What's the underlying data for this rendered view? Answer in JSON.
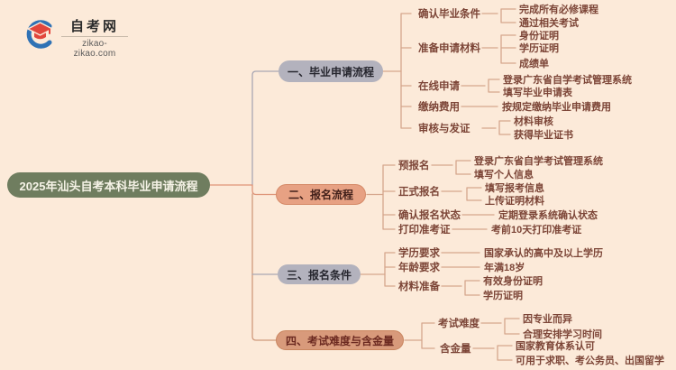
{
  "logo": {
    "site_name": "自考网",
    "site_url": "zikao-zikao.com",
    "icon": "graduation-cap-icon"
  },
  "colors": {
    "background": "#fcead9",
    "root_fill": "#6f7d5f",
    "root_text": "#f6f3e7",
    "branch_gray_fill": "#b3b2bd",
    "branch_salmon_fill": "#e7a183",
    "branch_tan_fill": "#d89a7b",
    "sub_leaf_text": "#7c4537",
    "line_gray": "#a8a6b3",
    "line_salmon": "#de9579",
    "line_tan": "#cf9a7c",
    "line_fine": "#d5a68d",
    "logo_blue": "#2f72b5",
    "logo_red": "#e2453c"
  },
  "mindmap": {
    "root": "2025年汕头自考本科毕业申请流程",
    "branches": [
      {
        "label": "一、毕业申请流程",
        "children": [
          {
            "label": "确认毕业条件",
            "leaves": [
              "完成所有必修课程",
              "通过相关考试"
            ]
          },
          {
            "label": "准备申请材料",
            "leaves": [
              "身份证明",
              "学历证明",
              "成绩单"
            ]
          },
          {
            "label": "在线申请",
            "leaves": [
              "登录广东省自学考试管理系统",
              "填写毕业申请表"
            ]
          },
          {
            "label": "缴纳费用",
            "leaves": [
              "按规定缴纳毕业申请费用"
            ]
          },
          {
            "label": "审核与发证",
            "leaves": [
              "材料审核",
              "获得毕业证书"
            ]
          }
        ]
      },
      {
        "label": "二、报名流程",
        "children": [
          {
            "label": "预报名",
            "leaves": [
              "登录广东省自学考试管理系统",
              "填写个人信息"
            ]
          },
          {
            "label": "正式报名",
            "leaves": [
              "填写报考信息",
              "上传证明材料"
            ]
          },
          {
            "label": "确认报名状态",
            "leaves": [
              "定期登录系统确认状态"
            ]
          },
          {
            "label": "打印准考证",
            "leaves": [
              "考前10天打印准考证"
            ]
          }
        ]
      },
      {
        "label": "三、报名条件",
        "children": [
          {
            "label": "学历要求",
            "leaves": [
              "国家承认的高中及以上学历"
            ]
          },
          {
            "label": "年龄要求",
            "leaves": [
              "年满18岁"
            ]
          },
          {
            "label": "材料准备",
            "leaves": [
              "有效身份证明",
              "学历证明"
            ]
          }
        ]
      },
      {
        "label": "四、考试难度与含金量",
        "children": [
          {
            "label": "考试难度",
            "leaves": [
              "因专业而异",
              "合理安排学习时间"
            ]
          },
          {
            "label": "含金量",
            "leaves": [
              "国家教育体系认可",
              "可用于求职、考公务员、出国留学"
            ]
          }
        ]
      }
    ]
  }
}
